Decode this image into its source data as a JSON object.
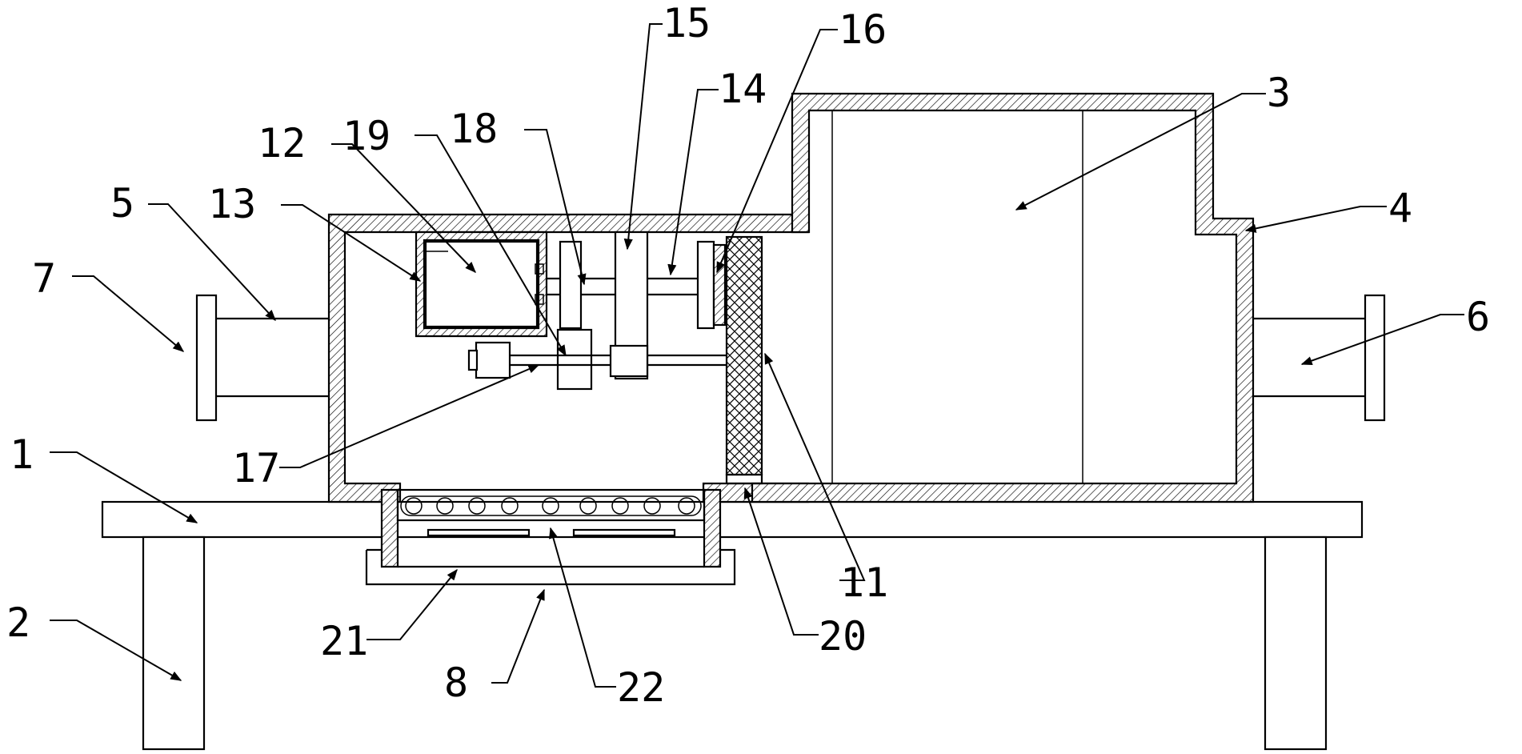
{
  "callouts": [
    {
      "id": "c1",
      "text": "1"
    },
    {
      "id": "c2",
      "text": "2"
    },
    {
      "id": "c3",
      "text": "3"
    },
    {
      "id": "c4",
      "text": "4"
    },
    {
      "id": "c5",
      "text": "5"
    },
    {
      "id": "c6",
      "text": "6"
    },
    {
      "id": "c7",
      "text": "7"
    },
    {
      "id": "c8",
      "text": "8"
    },
    {
      "id": "c11",
      "text": "11"
    },
    {
      "id": "c12",
      "text": "12"
    },
    {
      "id": "c13",
      "text": "13"
    },
    {
      "id": "c14",
      "text": "14"
    },
    {
      "id": "c15",
      "text": "15"
    },
    {
      "id": "c16",
      "text": "16"
    },
    {
      "id": "c17",
      "text": "17"
    },
    {
      "id": "c18",
      "text": "18"
    },
    {
      "id": "c19",
      "text": "19"
    },
    {
      "id": "c20",
      "text": "20"
    },
    {
      "id": "c21",
      "text": "21"
    },
    {
      "id": "c22",
      "text": "22"
    }
  ]
}
